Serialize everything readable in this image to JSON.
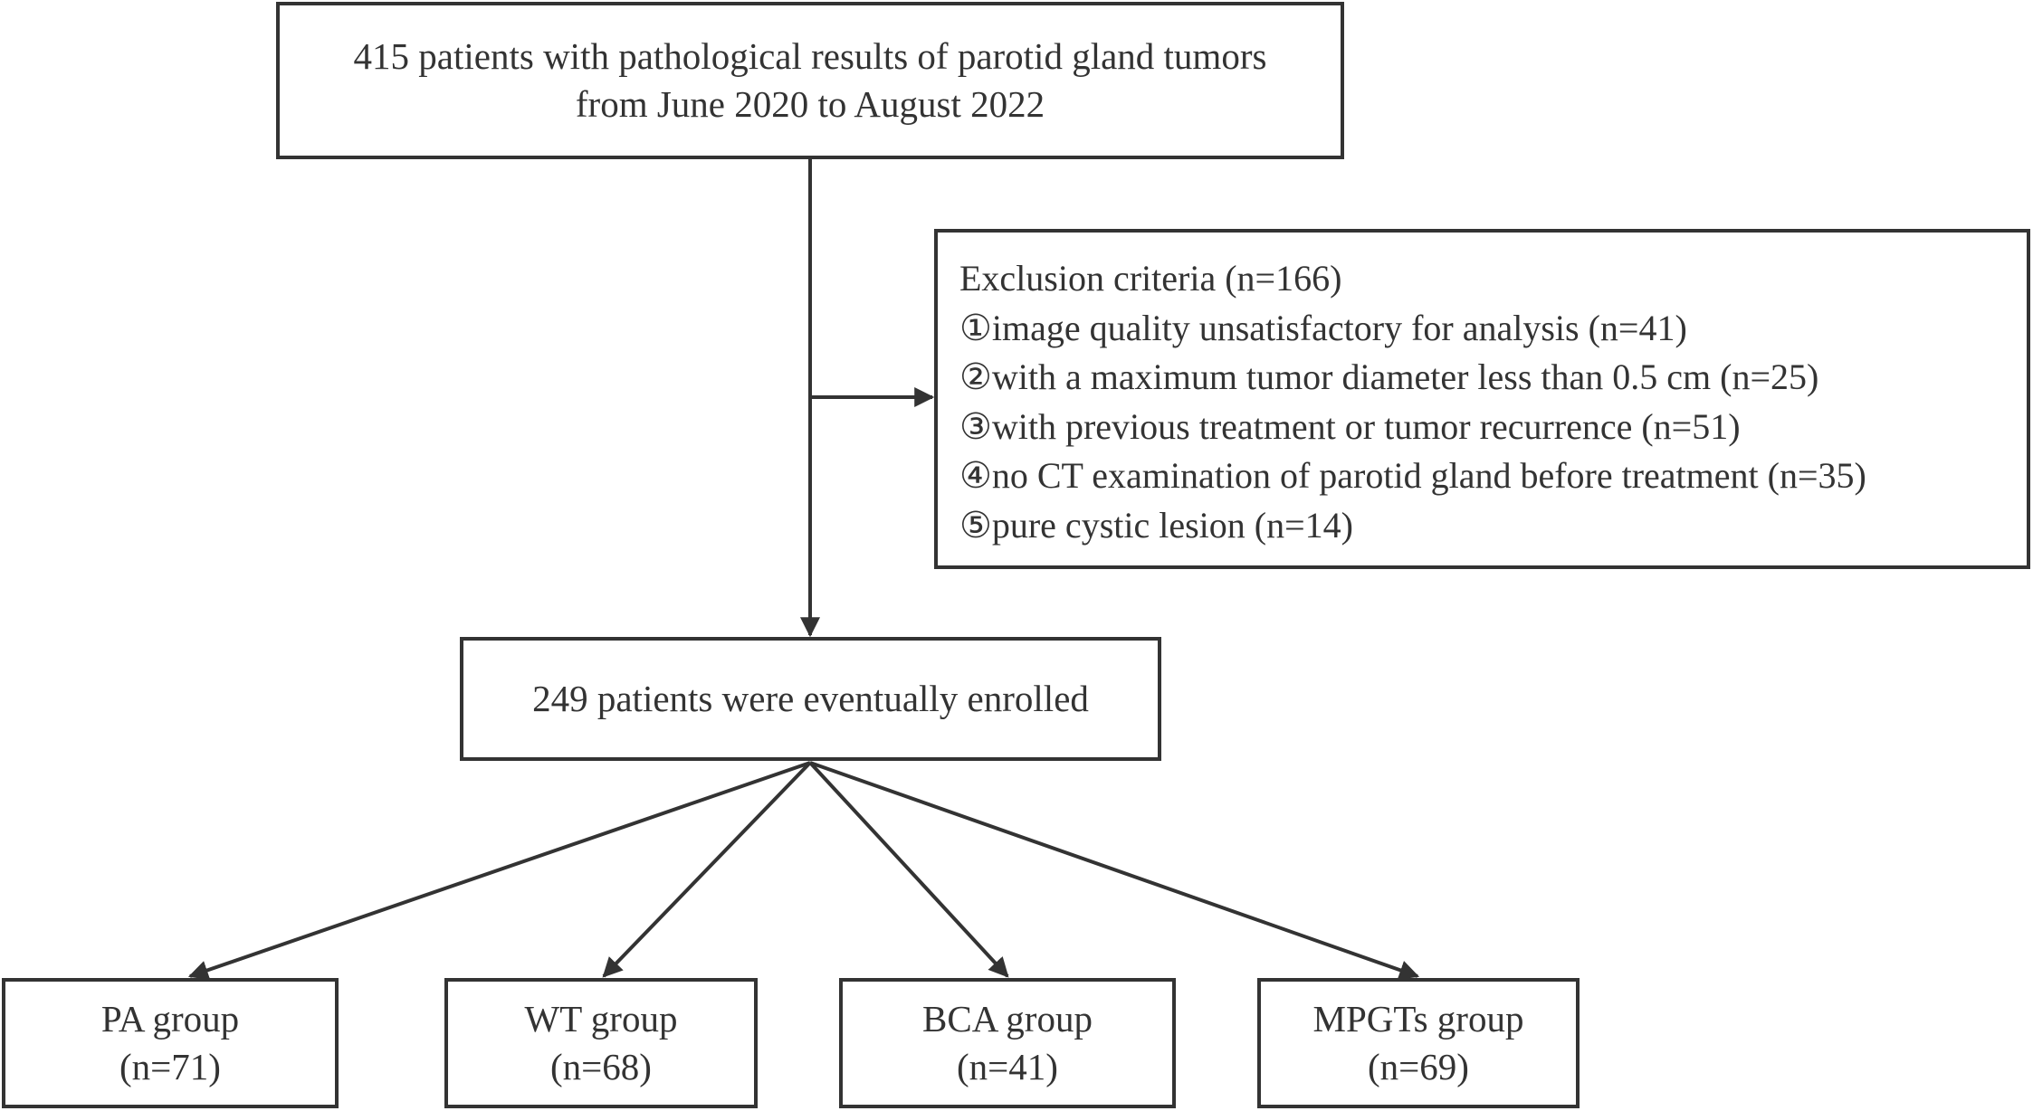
{
  "top_box": {
    "line1": "415 patients with pathological results of parotid gland tumors",
    "line2": "from June 2020 to August 2022"
  },
  "exclusion": {
    "title": "Exclusion criteria (n=166)",
    "items": [
      "①image quality unsatisfactory for analysis (n=41)",
      "②with a maximum tumor diameter less than 0.5 cm (n=25)",
      "③with previous treatment or tumor recurrence (n=51)",
      "④no CT examination of parotid gland before treatment (n=35)",
      "⑤pure cystic lesion (n=14)"
    ]
  },
  "enrolled": {
    "label": "249 patients were eventually enrolled"
  },
  "groups": [
    {
      "name": "PA group",
      "count": "(n=71)"
    },
    {
      "name": "WT group",
      "count": "(n=68)"
    },
    {
      "name": "BCA group",
      "count": "(n=41)"
    },
    {
      "name": "MPGTs group",
      "count": "(n=69)"
    }
  ],
  "colors": {
    "stroke": "#333333",
    "text": "#333333",
    "background": "#ffffff"
  }
}
